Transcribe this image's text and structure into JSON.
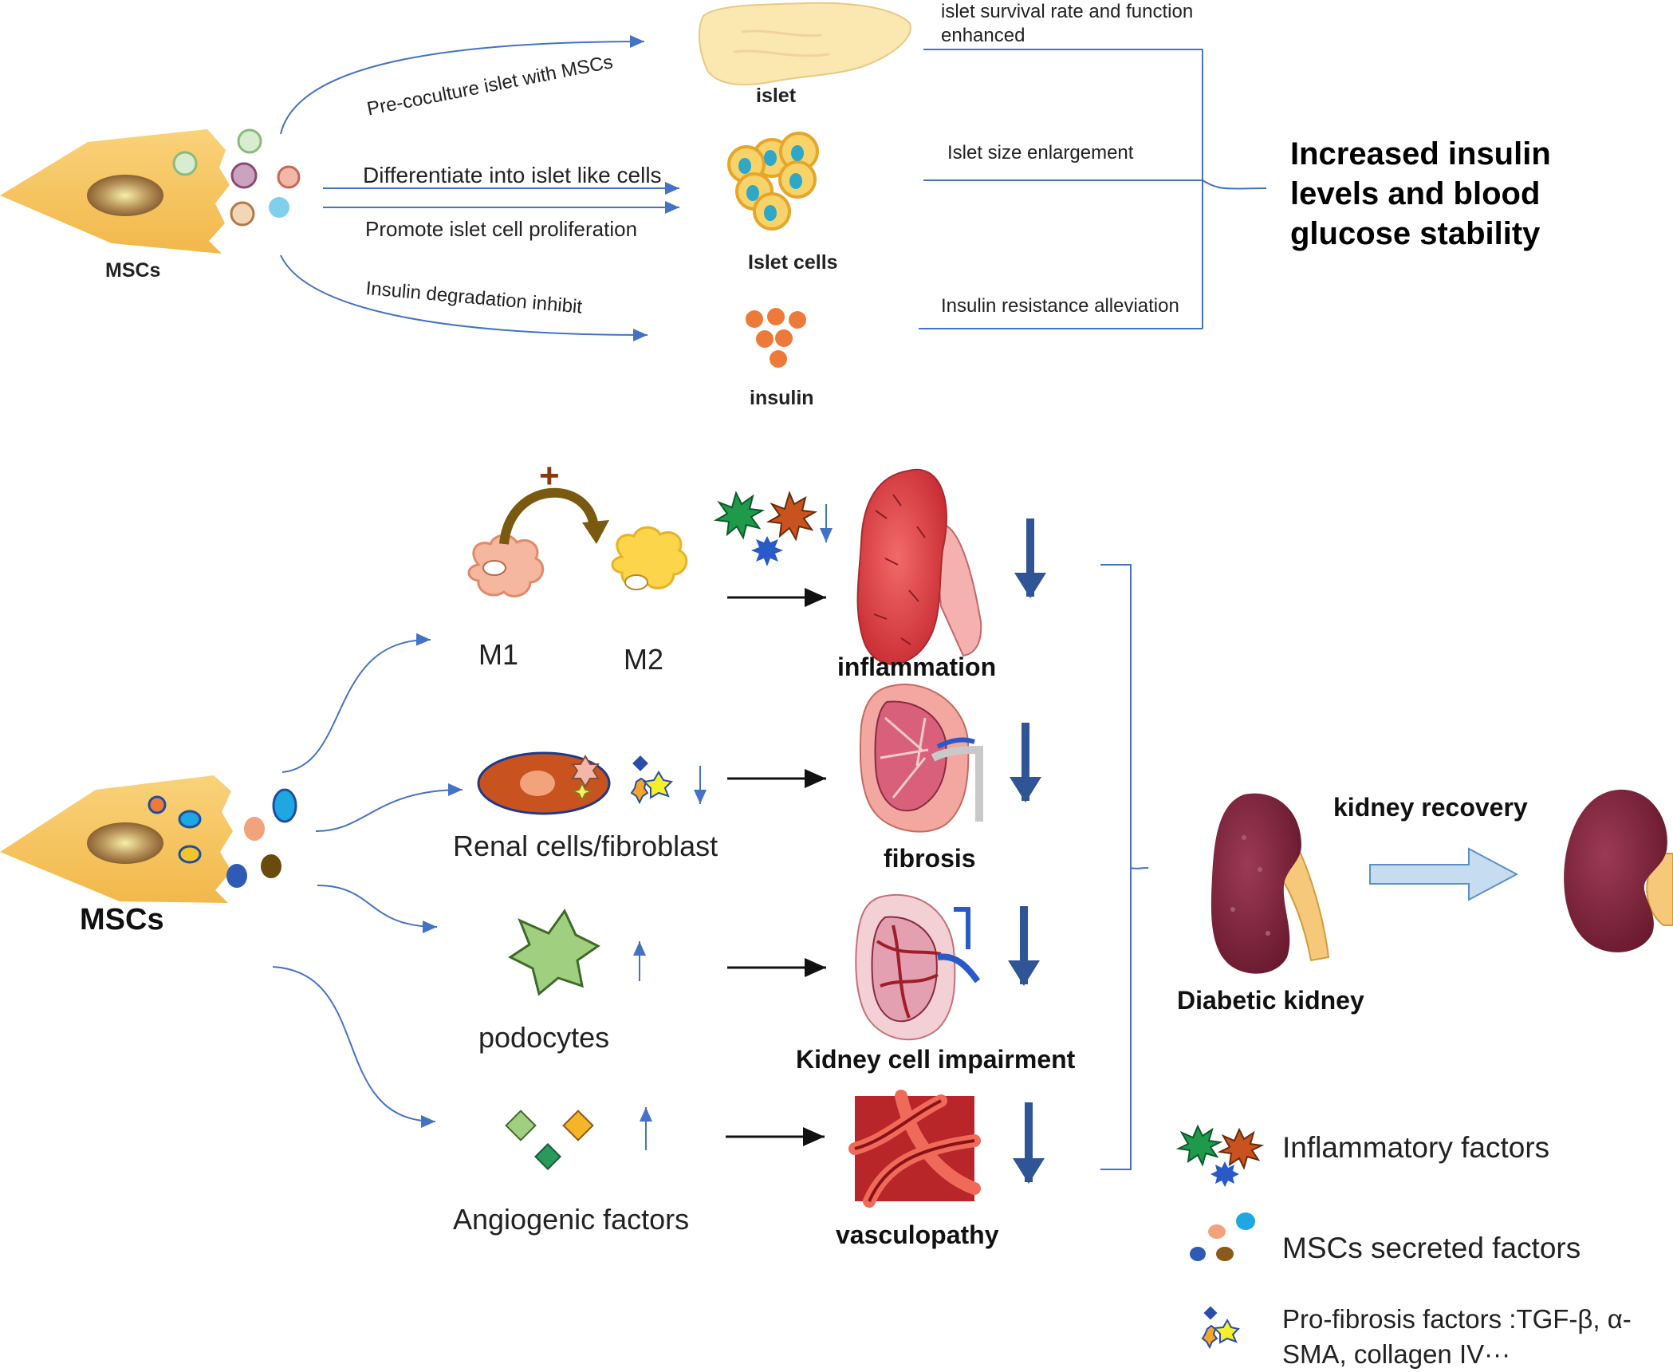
{
  "top": {
    "mscs_label": "MSCs",
    "arrows": {
      "precoculture": "Pre-coculture islet with MSCs",
      "differentiate": "Differentiate into islet like cells",
      "promote": "Promote islet cell proliferation",
      "degradation": "Insulin degradation inhibit"
    },
    "targets": {
      "islet": "islet",
      "islet_cells": "Islet cells",
      "insulin": "insulin"
    },
    "effects": {
      "survival": "islet survival rate and function enhanced",
      "size": "Islet size enlargement",
      "resistance": "Insulin resistance alleviation"
    },
    "outcome": "Increased insulin levels and blood glucose stability"
  },
  "bottom": {
    "mscs_label": "MSCs",
    "plus_sign": "+",
    "m1": "M1",
    "m2": "M2",
    "renal_cells": "Renal cells/fibroblast",
    "podocytes": "podocytes",
    "angiogenic": "Angiogenic factors",
    "outcomes": {
      "inflammation": "inflammation",
      "fibrosis": "fibrosis",
      "impairment": "Kidney cell impairment",
      "vasculopathy": "vasculopathy"
    },
    "diabetic_kidney": "Diabetic kidney",
    "kidney_recovery": "kidney recovery"
  },
  "legend": {
    "inflammatory": "Inflammatory factors",
    "secreted": "MSCs secreted factors",
    "profibrosis": "Pro-fibrosis factors :TGF-β, α-SMA, collagen IV···"
  },
  "colors": {
    "msc_body": "#f7c65c",
    "arrow_thin": "#4472c4",
    "arrow_thick": "#2f5597",
    "kidney_dark": "#7b2236",
    "inflamed_red": "#e0464a",
    "insulin_orange": "#ee7a3a"
  }
}
